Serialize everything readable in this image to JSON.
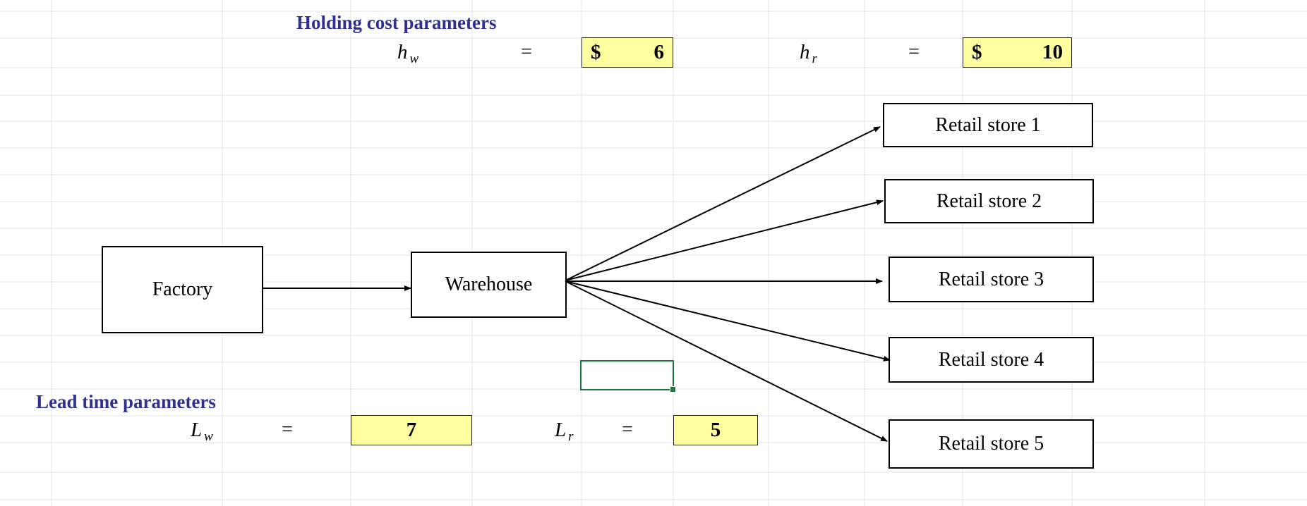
{
  "holding": {
    "title": "Holding cost parameters",
    "hw_sym": "h",
    "hw_sub": "w",
    "hw_eq": "=",
    "hw_currency": "$",
    "hw_value": "6",
    "hr_sym": "h",
    "hr_sub": "r",
    "hr_eq": "=",
    "hr_currency": "$",
    "hr_value": "10"
  },
  "lead": {
    "title": "Lead time parameters",
    "lw_sym": "L",
    "lw_sub": "w",
    "lw_eq": "=",
    "lw_value": "7",
    "lr_sym": "L",
    "lr_sub": "r",
    "lr_eq": "=",
    "lr_value": "5"
  },
  "diagram": {
    "factory": "Factory",
    "warehouse": "Warehouse",
    "stores": [
      "Retail store 1",
      "Retail store 2",
      "Retail store 3",
      "Retail store 4",
      "Retail store 5"
    ]
  },
  "colors": {
    "section_title": "#2e3192",
    "input_cell": "#ffff9f",
    "selection": "#217346",
    "gridline": "#e3e3e3"
  }
}
